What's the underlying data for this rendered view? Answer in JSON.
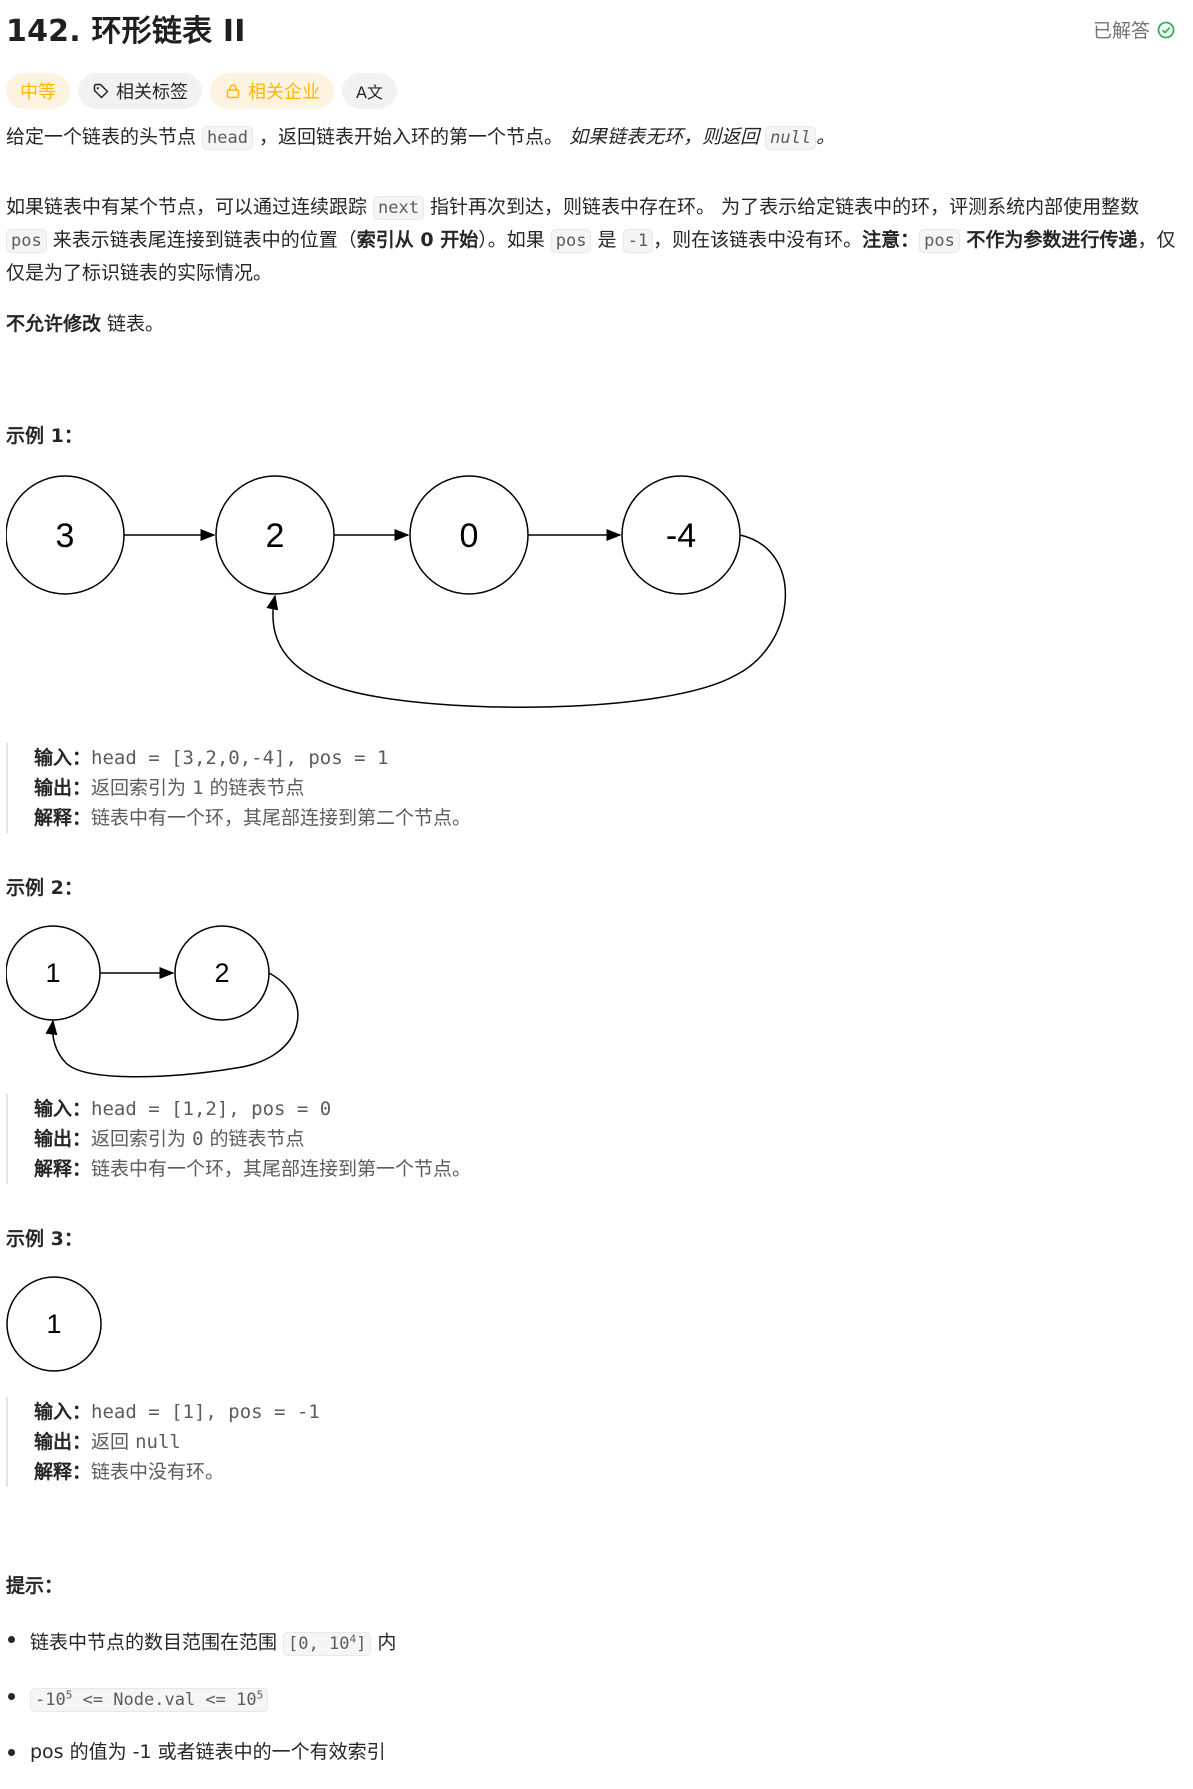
{
  "title": "142. 环形链表 II",
  "status": "已解答",
  "tags": {
    "difficulty": "中等",
    "topics": "相关标签",
    "companies": "相关企业",
    "translate": "A文"
  },
  "description": {
    "p1": [
      "给定一个链表的头节点 ",
      "head",
      " ，返回链表开始入环的第一个节点。 ",
      "如果链表无环，则返回 ",
      "null",
      "。"
    ],
    "p2": [
      "如果链表中有某个节点，可以通过连续跟踪 ",
      "next",
      " 指针再次到达，则链表中存在环。 为了表示给定链表中的环，评测系统内部使用整数 ",
      "pos",
      " 来表示链表尾连接到链表中的位置（",
      "索引从 0 开始",
      "）。如果 ",
      "pos",
      " 是 ",
      "-1",
      "，则在该链表中没有环。",
      "注意：",
      "pos",
      " 不作为参数进行传递",
      "，仅仅是为了标识链表的实际情况。"
    ],
    "p3": [
      "不允许修改",
      " 链表。"
    ]
  },
  "examples": [
    {
      "heading": "示例 1：",
      "nodes": [
        "3",
        "2",
        "0",
        "-4"
      ],
      "input_label": "输入：",
      "input": "head = [3,2,0,-4], pos = 1",
      "output_label": "输出：",
      "output_pre": "返回索引为 ",
      "output_code": "1",
      "output_post": " 的链表节点",
      "explain_label": "解释：",
      "explain": "链表中有一个环，其尾部连接到第二个节点。"
    },
    {
      "heading": "示例 2：",
      "nodes": [
        "1",
        "2"
      ],
      "input_label": "输入：",
      "input": "head = [1,2], pos = 0",
      "output_label": "输出：",
      "output_pre": "返回索引为 ",
      "output_code": "0",
      "output_post": " 的链表节点",
      "explain_label": "解释：",
      "explain": "链表中有一个环，其尾部连接到第一个节点。"
    },
    {
      "heading": "示例 3：",
      "nodes": [
        "1"
      ],
      "input_label": "输入：",
      "input": "head = [1], pos = -1",
      "output_label": "输出：",
      "output_pre": "返回 ",
      "output_code": "null",
      "output_post": "",
      "explain_label": "解释：",
      "explain": "链表中没有环。"
    }
  ],
  "tips": {
    "heading": "提示：",
    "items": [
      {
        "text": "链表中节点的数目范围在范围 ",
        "code": "[0, 10",
        "sup": "4",
        "code_end": "]",
        "post": " 内"
      },
      {
        "code_a": "-10",
        "sup_a": "5",
        "code_b": " <= Node.val <= 10",
        "sup_b": "5"
      },
      {
        "text": "pos 的值为 -1 或者链表中的一个有效索引"
      }
    ]
  },
  "colors": {
    "accent_easy_medium": "#ffb800",
    "solved": "#2db55d"
  }
}
